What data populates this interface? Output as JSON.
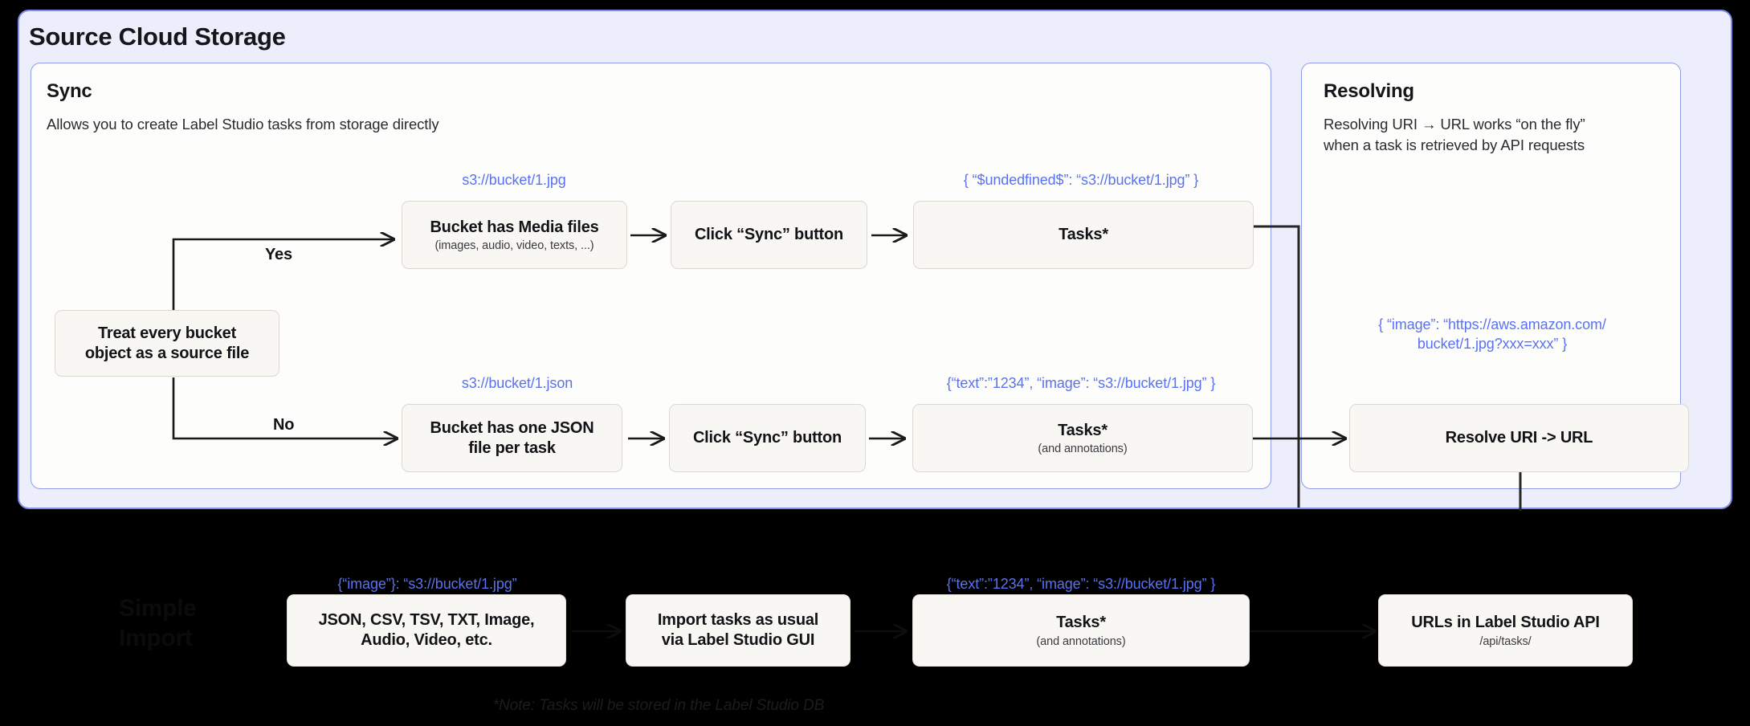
{
  "colors": {
    "outer_panel_bg": "#eceefc",
    "outer_panel_border": "#7f8de8",
    "inner_panel_bg": "#fdfdfb",
    "inner_panel_border": "#8e9cec",
    "node_bg": "#f8f7f4",
    "node_border": "#ddd8cd",
    "json_caption": "#5b72f0",
    "page_bg": "#000000",
    "arrow": "#1a1a1a"
  },
  "outer": {
    "title": "Source Cloud Storage"
  },
  "sync_panel": {
    "heading": "Sync",
    "subtitle": "Allows you to create Label Studio tasks from storage directly",
    "captions": {
      "media_uri": "s3://bucket/1.jpg",
      "json_uri": "s3://bucket/1.json",
      "tasks_top": "{ “$undedfined$”: “s3://bucket/1.jpg” }",
      "tasks_bottom": "{“text”:”1234”,  “image”: “s3://bucket/1.jpg” }"
    },
    "edge_labels": {
      "yes": "Yes",
      "no": "No"
    },
    "nodes": {
      "decision": {
        "main": "Treat every bucket\nobject as a source file"
      },
      "media_bucket": {
        "main": "Bucket has Media files",
        "sub": "(images, audio, video, texts, ...)"
      },
      "sync_button_top": {
        "main": "Click “Sync” button"
      },
      "tasks_top": {
        "main": "Tasks*"
      },
      "json_bucket": {
        "main": "Bucket has one JSON\nfile per task"
      },
      "sync_button_bottom": {
        "main": "Click “Sync” button"
      },
      "tasks_bottom": {
        "main": "Tasks*",
        "sub": "(and annotations)"
      }
    }
  },
  "resolve_panel": {
    "heading": "Resolving",
    "subtitle": "Resolving URI → URL works “on the fly”\nwhen a task is retrieved by API requests",
    "caption": "{ “image”: “https://aws.amazon.com/\nbucket/1.jpg?xxx=xxx” }",
    "nodes": {
      "resolve": {
        "main": "Resolve URI -> URL"
      }
    }
  },
  "bottom": {
    "ghost_title": "Simple\nImport",
    "captions": {
      "formats": "{“image”}: “s3://bucket/1.jpg”",
      "tasks": "{“text”:”1234”,  “image”: “s3://bucket/1.jpg” }"
    },
    "nodes": {
      "formats": {
        "main": "JSON, CSV, TSV, TXT, Image,\nAudio, Video, etc."
      },
      "import": {
        "main": "Import tasks as usual\nvia Label Studio GUI"
      },
      "tasks": {
        "main": "Tasks*",
        "sub": "(and annotations)"
      },
      "urls_api": {
        "main": "URLs in Label Studio API",
        "sub": "/api/tasks/"
      }
    },
    "note": "*Note: Tasks will be stored in the Label Studio DB"
  }
}
